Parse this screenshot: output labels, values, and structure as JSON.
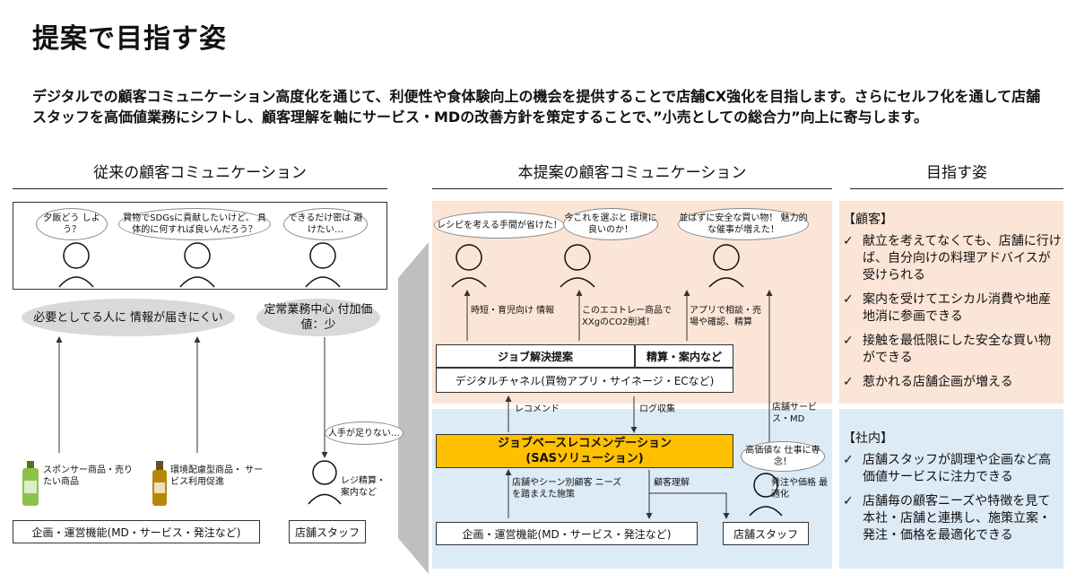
{
  "title": "提案で目指す姿",
  "intro": "デジタルでの顧客コミュニケーション高度化を通じて、利便性や食体験向上の機会を提供することで店舗CX強化を目指します。さらにセルフ化を通して店舗スタッフを高価値業務にシフトし、顧客理解を軸にサービス・MDの改善方針を策定することで、”小売としての総合力”向上に寄与します。",
  "sections": {
    "left": "従来の顧客コミュニケーション",
    "middle": "本提案の顧客コミュニケーション",
    "right": "目指す姿"
  },
  "left": {
    "bubbles": [
      "夕飯どう しよう？",
      "買物でSDGsに貢献したいけど、 具体的に何すれば良いんだろう？",
      "できるだけ密は 避けたい…"
    ],
    "ellipse1": "必要としてる人に 情報が届きにくい",
    "ellipse2": "定常業務中心 付加価値：少",
    "bubble_staff": "人手が足りない…",
    "product1": "スポンサー商品・売り たい商品",
    "product2": "環境配慮型商品・ サービス利用促進",
    "staff_note": "レジ精算・ 案内など",
    "box_planning": "企画・運営機能(MD・サービス・発注など)",
    "box_staff": "店舗スタッフ"
  },
  "middle": {
    "bubbles": [
      "レシピを考える手間が省けた！",
      "今これを選ぶと 環境に良いのか！",
      "並ばずに安全な買い物！ 魅力的な催事が増えた！"
    ],
    "labels": {
      "time": "時短・育児向け 情報",
      "eco": "このエコトレー商品で XXgのCO2削減！",
      "app": "アプリで相談・売 場や確認、精算",
      "staff_service": "店舗サービ ス・MD",
      "recommend": "レコメンド",
      "log": "ログ収集",
      "needs": "店舗やシーン別顧客 ニーズを踏まえた施策",
      "understand": "顧客理解",
      "order": "発注や価格 最適化"
    },
    "box_job": "ジョブ解決提案",
    "box_settle": "精算・案内など",
    "box_channel": "デジタルチャネル(買物アプリ・サイネージ・ECなど)",
    "box_sas_line1": "ジョブベースレコメンデーション",
    "box_sas_line2": "(SASソリューション)",
    "bubble_staff": "高価値な 仕事に専念！",
    "box_planning": "企画・運営機能(MD・サービス・発注など)",
    "box_staff": "店舗スタッフ"
  },
  "right": {
    "customer_header": "【顧客】",
    "customer_items": [
      "献立を考えてなくても、店舗に行けば、自分向けの料理アドバイスが受けられる",
      "案内を受けてエシカル消費や地産地消に参画できる",
      "接触を最低限にした安全な買い物ができる",
      "惹かれる店舗企画が増える"
    ],
    "internal_header": "【社内】",
    "internal_items": [
      "店舗スタッフが調理や企画など高価値サービスに注力できる",
      "店舗毎の顧客ニーズや特徴を見て本社・店舗と連携し、施策立案・発注・価格を最適化できる"
    ],
    "check": "✓"
  },
  "colors": {
    "peach": "#fbe5d6",
    "blue": "#ddebf7",
    "orange": "#ffc000",
    "gray": "#d9d9d9"
  }
}
